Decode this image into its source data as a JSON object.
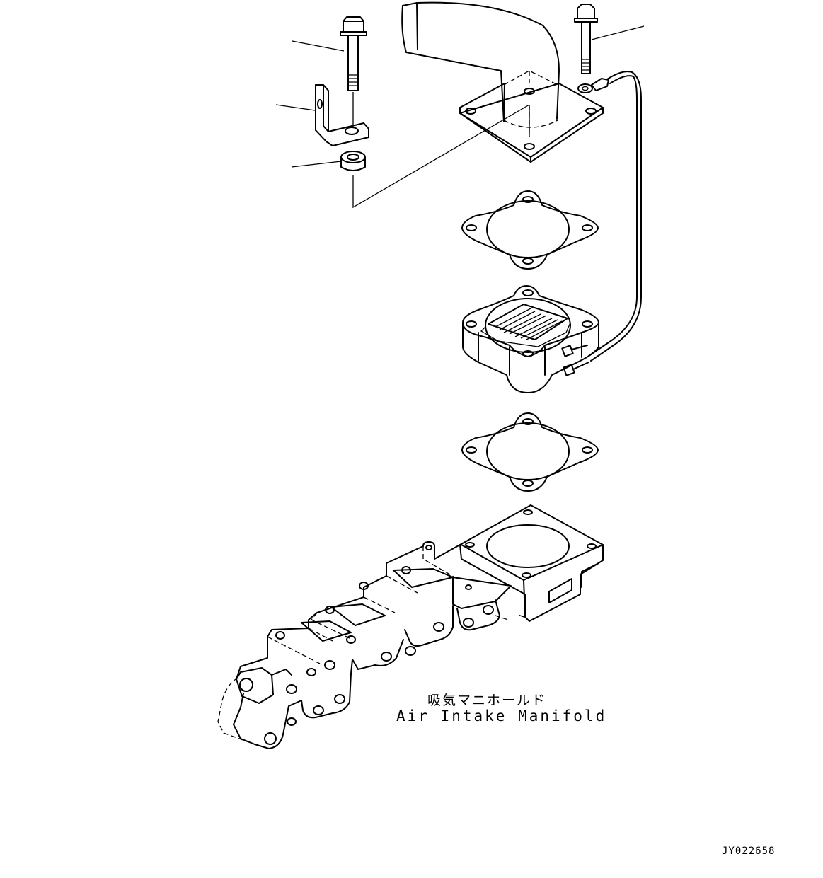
{
  "diagram": {
    "caption_jp": "吸気マニホールド",
    "caption_en": "Air Intake Manifold",
    "drawing_code": "JY022658"
  },
  "parts": [
    "bolt-left",
    "bracket",
    "spacer",
    "elbow-pipe",
    "bolt-right",
    "ground-wire",
    "gasket-upper",
    "intake-heater",
    "gasket-lower",
    "air-intake-manifold"
  ]
}
